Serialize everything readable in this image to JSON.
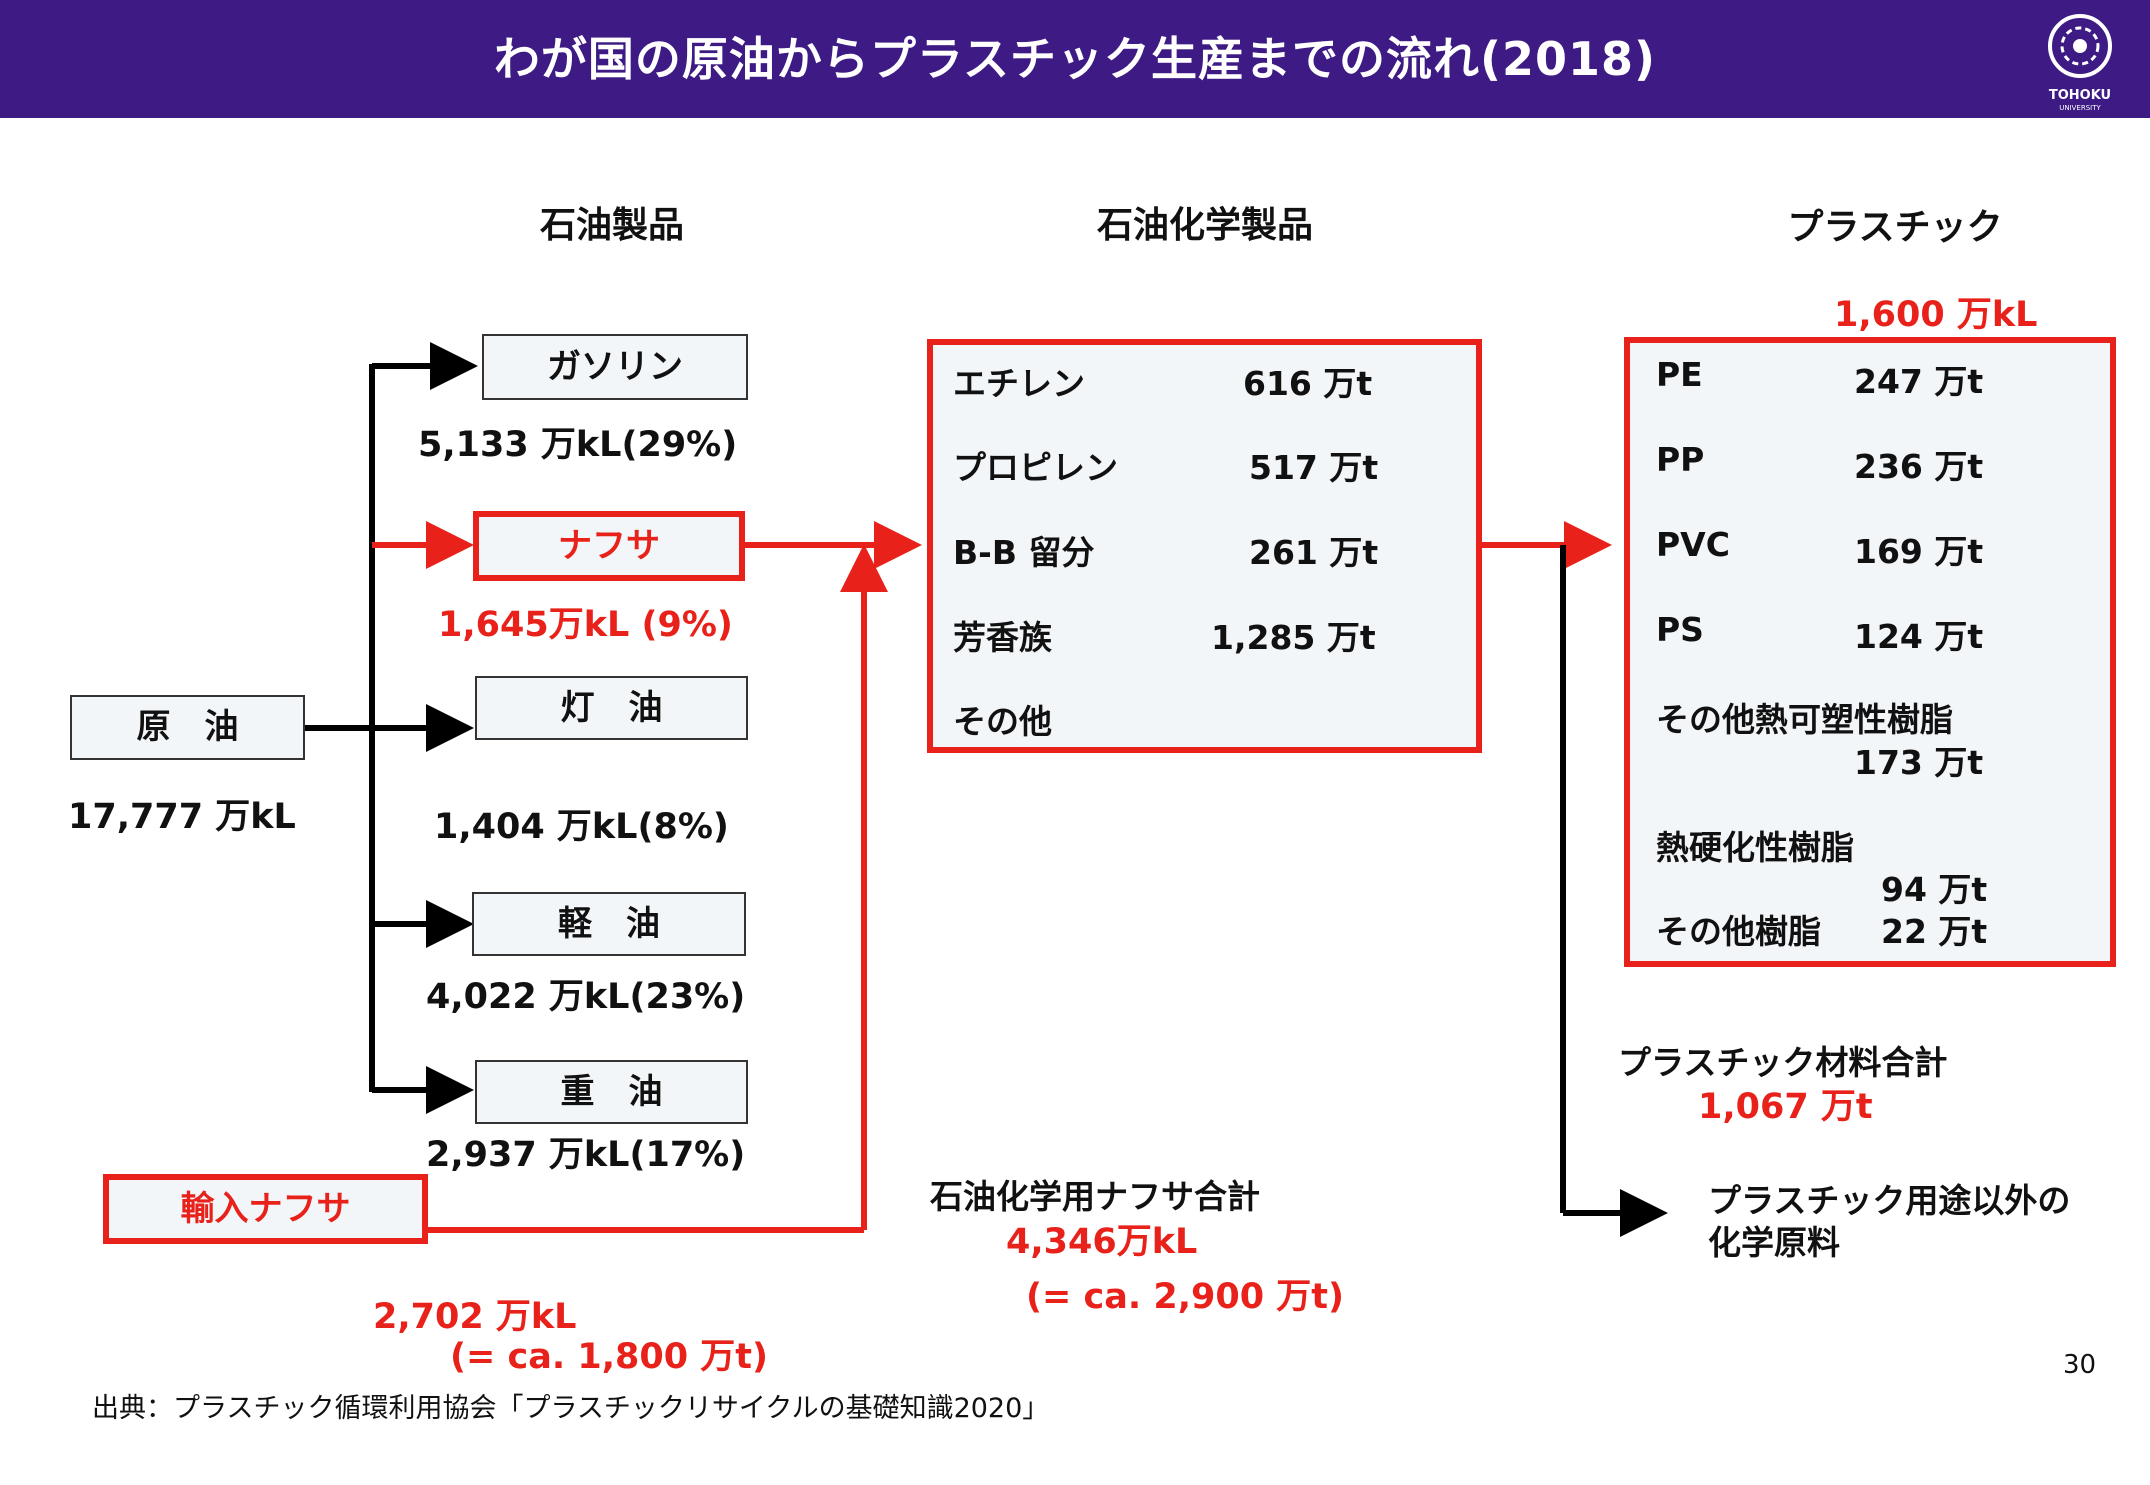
{
  "title": "わが国の原油からプラスチック生産までの流れ(2018)",
  "logo_text": {
    "line1": "TOHOKU",
    "line2": "UNIVERSITY"
  },
  "columns": {
    "petroleum_products": "石油製品",
    "petrochemicals": "石油化学製品",
    "plastics": "プラスチック"
  },
  "crude_oil": {
    "label": "原　油",
    "amount": "17,777 万kL"
  },
  "products": [
    {
      "label": "ガソリン",
      "amount": "5,133 万kL(29%)"
    },
    {
      "label": "ナフサ",
      "amount": "1,645万kL (9%)"
    },
    {
      "label": "灯　油",
      "amount": "1,404 万kL(8%)"
    },
    {
      "label": "軽　油",
      "amount": "4,022 万kL(23%)"
    },
    {
      "label": "重　油",
      "amount": "2,937 万kL(17%)"
    }
  ],
  "imported_naphtha": {
    "label": "輸入ナフサ",
    "amount": "2,702 万kL",
    "approx": "(= ca. 1,800 万t)"
  },
  "petrochemicals": [
    {
      "name": "エチレン",
      "amount": "616 万t"
    },
    {
      "name": "プロピレン",
      "amount": "517 万t"
    },
    {
      "name": "B-B 留分",
      "amount": "261 万t"
    },
    {
      "name": "芳香族",
      "amount": "1,285 万t"
    },
    {
      "name": "その他",
      "amount": ""
    }
  ],
  "naphtha_total": {
    "label": "石油化学用ナフサ合計",
    "amount": "4,346万kL",
    "approx": "(= ca. 2,900 万t)"
  },
  "plastics_total_top": "1,600 万kL",
  "plastics": [
    {
      "name": "PE",
      "amount": "247 万t"
    },
    {
      "name": "PP",
      "amount": "236 万t"
    },
    {
      "name": "PVC",
      "amount": "169 万t"
    },
    {
      "name": "PS",
      "amount": "124 万t"
    },
    {
      "name": "その他熱可塑性樹脂",
      "amount": "173 万t"
    },
    {
      "name": "熱硬化性樹脂",
      "amount": "94 万t"
    },
    {
      "name": "その他樹脂",
      "amount": "22 万t"
    }
  ],
  "plastic_material_total": {
    "label": "プラスチック材料合計",
    "amount": "1,067 万t"
  },
  "non_plastic": {
    "line1": "プラスチック用途以外の",
    "line2": "化学原料"
  },
  "source": "出典：プラスチック循環利用協会「プラスチックリサイクルの基礎知識2020」",
  "page_number": "30",
  "colors": {
    "header": "#3d1a84",
    "accent_red": "#e8221a",
    "box_fill": "#f3f6f9"
  }
}
